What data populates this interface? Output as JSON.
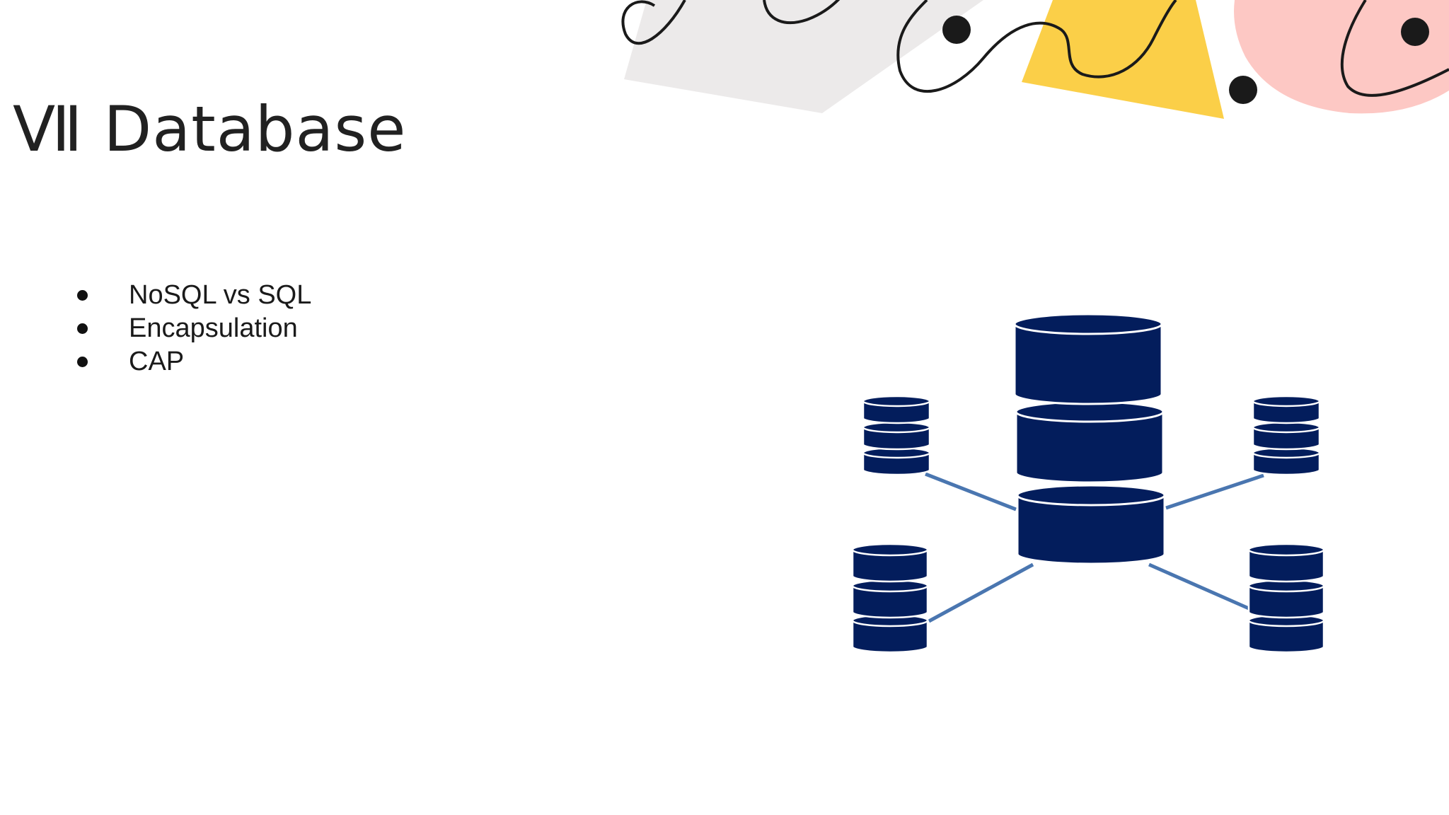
{
  "slide": {
    "title": "Ⅶ Database",
    "bullets": [
      "NoSQL vs SQL",
      "Encapsulation",
      "CAP"
    ]
  },
  "colors": {
    "background": "#ffffff",
    "title_text": "#212121",
    "database_fill": "#031d5c",
    "connector_line": "#4a76b0",
    "deco_gray": "#eceaea",
    "deco_yellow": "#fbcf48",
    "deco_pink": "#fdc8c4",
    "deco_stroke": "#1a1a1a"
  },
  "illustration": {
    "name": "distributed-database-icon",
    "central_database": "database-stack-3-tiers",
    "satellite_databases": 4
  }
}
